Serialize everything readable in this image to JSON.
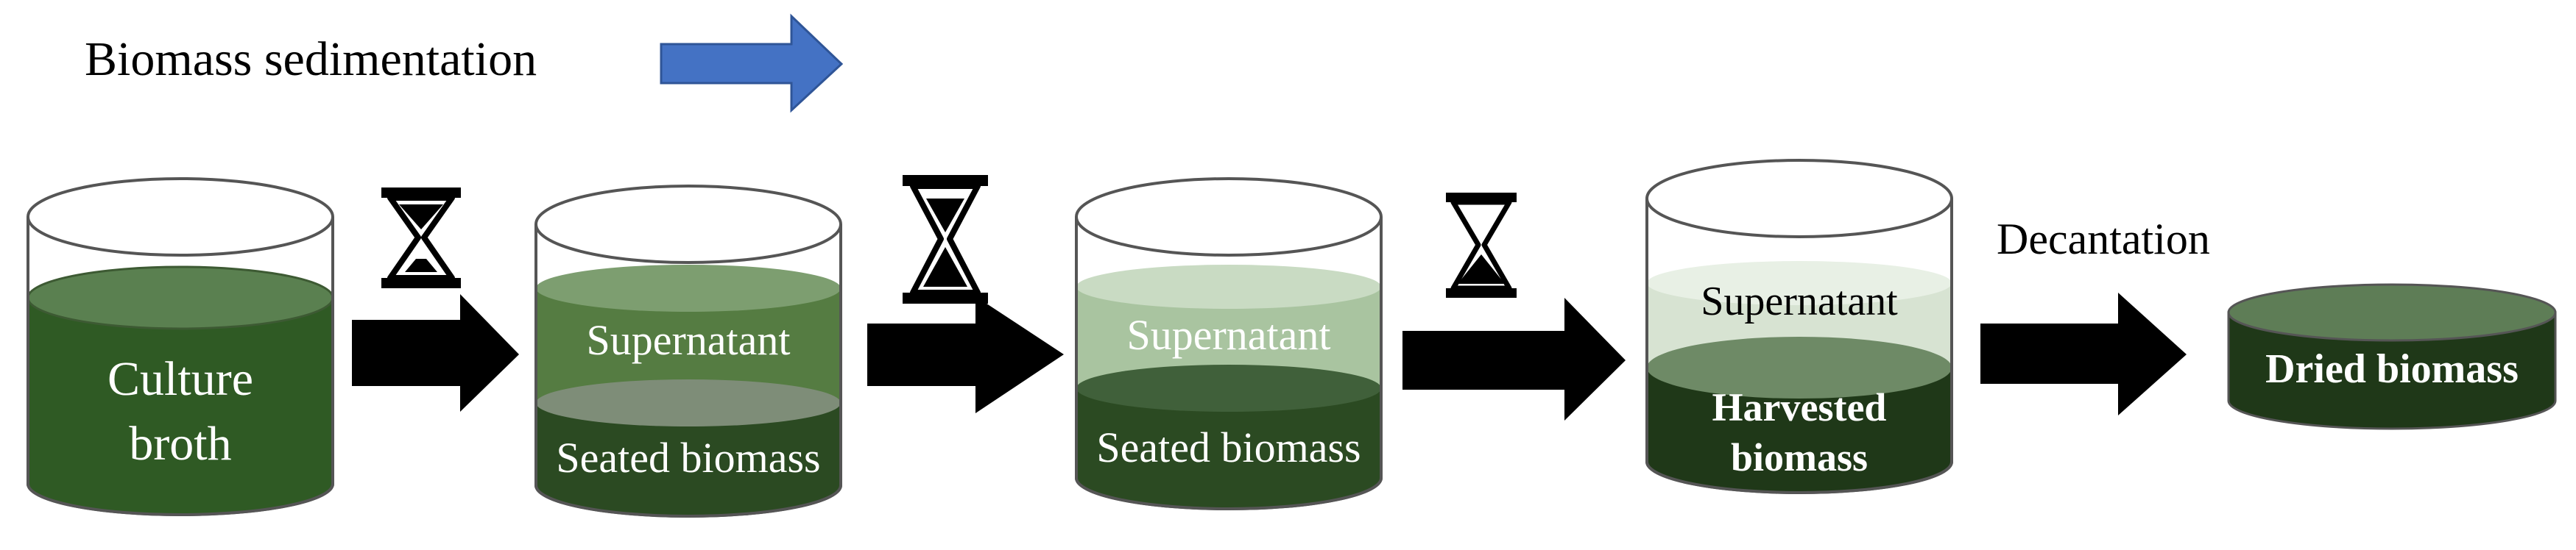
{
  "header": {
    "title": "Biomass sedimentation",
    "arrow_color": "#4472C4"
  },
  "step1": {
    "label_line1": "Culture",
    "label_line2": "broth"
  },
  "step2": {
    "top_label": "Supernatant",
    "bottom_label": "Seated biomass"
  },
  "step3": {
    "top_label": "Supernatant",
    "bottom_label": "Seated biomass"
  },
  "step4": {
    "top_label": "Supernatant",
    "bottom_label_line1": "Harvested",
    "bottom_label_line2": "biomass"
  },
  "decant": {
    "label": "Decantation"
  },
  "step5": {
    "label": "Dried biomass"
  },
  "colors": {
    "broth": "#2F5A24",
    "broth_top": "#5A8050",
    "supernatant_mid": "#557C42",
    "supernatant_light": "#A9C4A0",
    "supernatant_pale": "#D7E3D2",
    "sediment": "#2B4A22",
    "sediment_dark": "#1F3818",
    "outline": "#555555"
  }
}
